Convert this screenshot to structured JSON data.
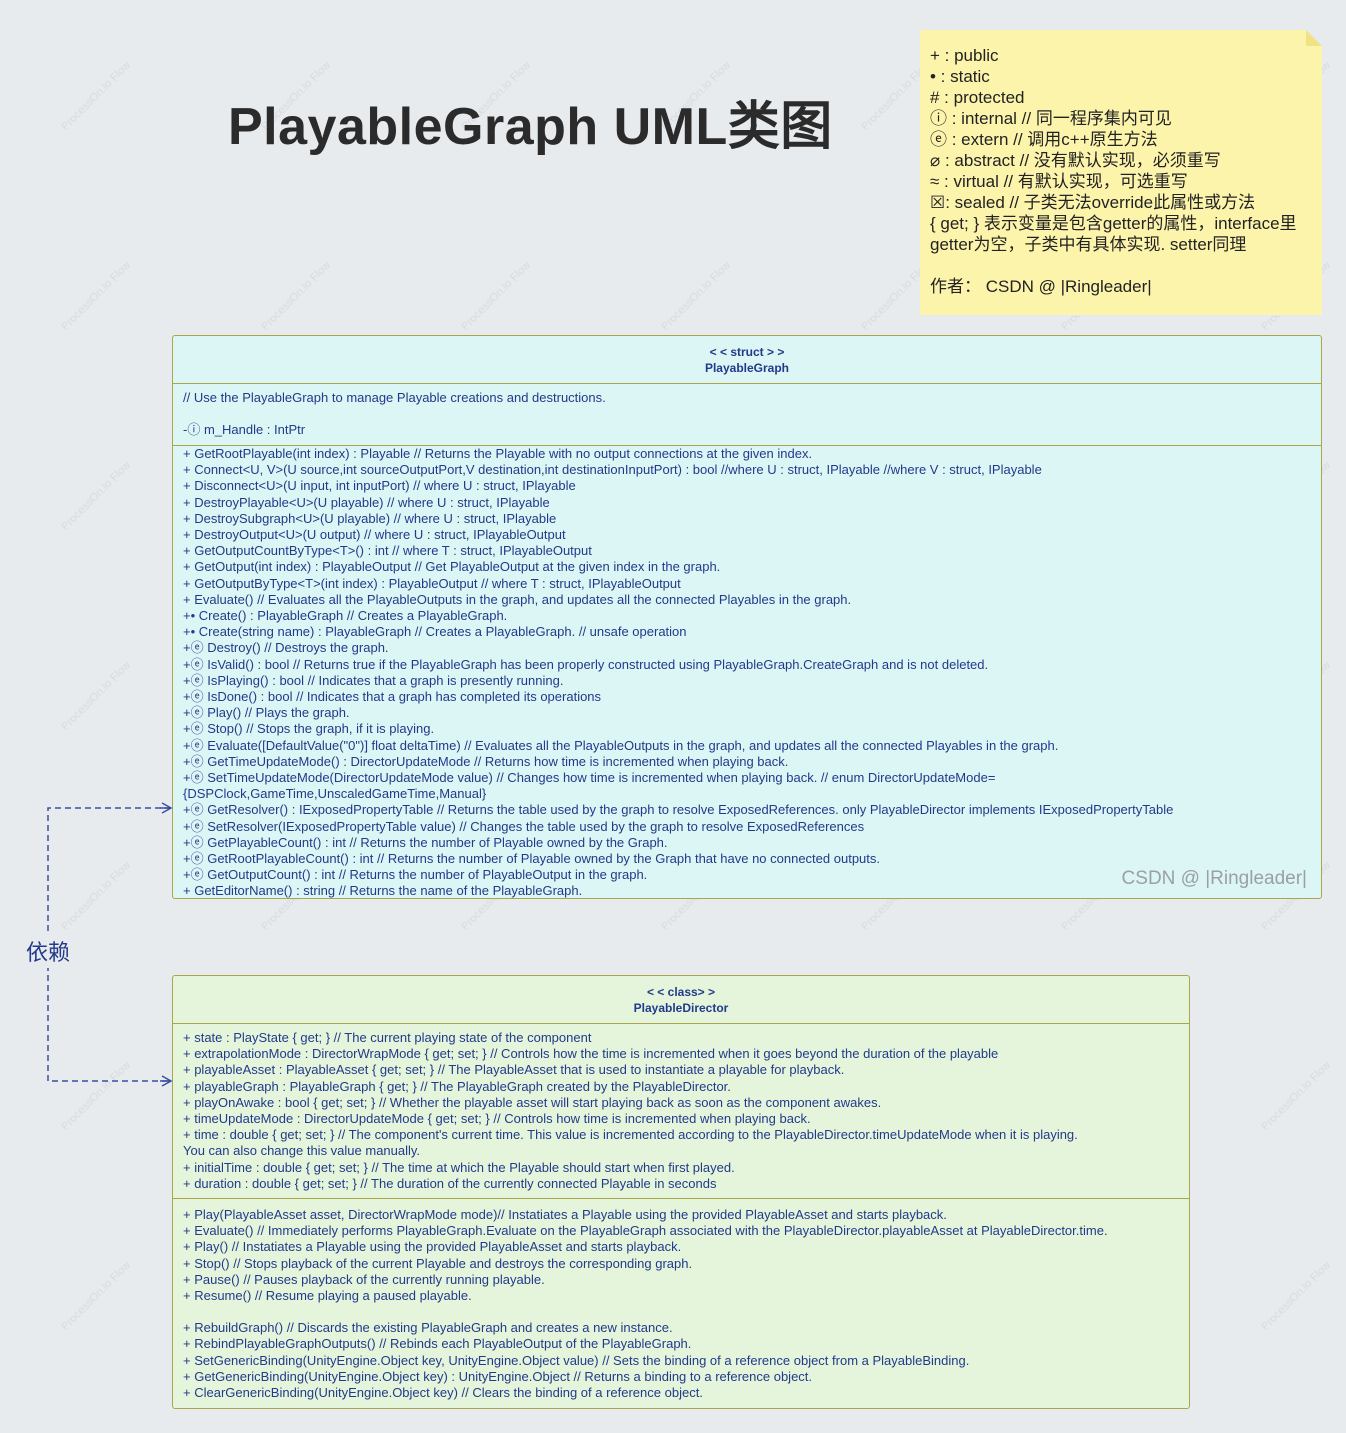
{
  "title": "PlayableGraph UML类图",
  "watermark": "ProcessOn.io Flow",
  "legend_note": {
    "lines": [
      "+ : public",
      "•  : static",
      "# : protected",
      "ⓘ :  internal // 同一程序集内可见",
      "ⓔ : extern // 调用c++原生方法",
      "⌀ : abstract  // 没有默认实现，必须重写",
      "≈ : virtual     // 有默认实现，可选重写",
      "☒: sealed     // 子类无法override此属性或方法",
      "{ get; } 表示变量是包含getter的属性，interface里",
      "getter为空，子类中有具体实现. setter同理"
    ],
    "author": "作者：  CSDN @ |Ringleader|"
  },
  "playable_graph": {
    "stereotype": "< < struct > >",
    "name": "PlayableGraph",
    "description": "// Use the PlayableGraph to manage Playable creations and destructions.",
    "attributes": [
      "-ⓘ m_Handle : IntPtr"
    ],
    "operations": [
      "+ GetRootPlayable(int index) : Playable // Returns the Playable with no output connections at the given index.",
      "+ Connect<U, V>(U source,int sourceOutputPort,V destination,int destinationInputPort) : bool //where U : struct, IPlayable  //where V : struct, IPlayable",
      "+ Disconnect<U>(U input, int inputPort) // where U : struct, IPlayable",
      "+ DestroyPlayable<U>(U playable) // where U : struct, IPlayable",
      "+ DestroySubgraph<U>(U playable) // where U : struct, IPlayable",
      "+ DestroyOutput<U>(U output) // where U : struct, IPlayableOutput",
      "+ GetOutputCountByType<T>() : int // where T : struct, IPlayableOutput",
      "+ GetOutput(int index) : PlayableOutput // Get PlayableOutput at the given index in the graph.",
      "+ GetOutputByType<T>(int index) : PlayableOutput // where T : struct, IPlayableOutput",
      "+ Evaluate() // Evaluates all the PlayableOutputs in the graph, and updates all the connected Playables in the graph.",
      "+• Create() : PlayableGraph // Creates a PlayableGraph.",
      "+• Create(string name) : PlayableGraph // Creates a PlayableGraph.  // unsafe operation",
      "+ⓔ Destroy() // Destroys the graph.",
      "+ⓔ IsValid() : bool // Returns true if the PlayableGraph has been properly constructed using PlayableGraph.CreateGraph and is not deleted.",
      "+ⓔ IsPlaying() : bool // Indicates that a graph is presently running.",
      "+ⓔ IsDone() : bool // Indicates that a graph has completed its operations",
      "+ⓔ Play() // Plays the graph.",
      "+ⓔ Stop() // Stops the graph, if it is playing.",
      "+ⓔ Evaluate([DefaultValue(\"0\")] float deltaTime) // Evaluates all the PlayableOutputs in the graph, and updates all the connected Playables in the graph.",
      "+ⓔ GetTimeUpdateMode() : DirectorUpdateMode // Returns how time is incremented when playing back.",
      "+ⓔ SetTimeUpdateMode(DirectorUpdateMode value) // Changes how time is incremented when playing back. // enum DirectorUpdateMode=",
      "{DSPClock,GameTime,UnscaledGameTime,Manual}",
      "+ⓔ GetResolver() : IExposedPropertyTable // Returns the table used by the graph to resolve ExposedReferences. only PlayableDirector implements IExposedPropertyTable",
      "+ⓔ SetResolver(IExposedPropertyTable value) // Changes the table used by the graph to resolve ExposedReferences",
      "+ⓔ GetPlayableCount() : int // Returns the number of Playable owned by the Graph.",
      "+ⓔ GetRootPlayableCount() : int // Returns the number of Playable owned by the Graph that have no connected outputs.",
      "+ⓔ GetOutputCount() : int // Returns the number of PlayableOutput in the graph.",
      "+ GetEditorName() : string  // Returns the name of the PlayableGraph."
    ],
    "watermark_text": "CSDN @ |Ringleader|"
  },
  "playable_director": {
    "stereotype": "< < class> >",
    "name": "PlayableDirector",
    "attributes": [
      "+ state : PlayState { get; } // The current playing state of the component",
      "+ extrapolationMode : DirectorWrapMode { get; set; } // Controls how the time is incremented when it goes beyond the duration of the playable",
      "+ playableAsset : PlayableAsset { get; set; } // The PlayableAsset that is used to instantiate a playable for playback.",
      "+ playableGraph : PlayableGraph { get; } // The PlayableGraph created by the PlayableDirector.",
      "+ playOnAwake : bool  { get; set; } // Whether the playable asset will start playing back as soon as the component awakes.",
      "+ timeUpdateMode : DirectorUpdateMode { get; set; } // Controls how time is incremented when playing back.",
      "+ time : double { get; set; } // The component's current time. This value is incremented according to the PlayableDirector.timeUpdateMode when it is playing.",
      "You can also change this value manually.",
      "+ initialTime : double { get; set; } // The time at which the Playable should start when first played.",
      "+ duration : double { get; set; } // The duration of the currently connected Playable in seconds"
    ],
    "operations_group1": [
      "+ Play(PlayableAsset asset, DirectorWrapMode mode)// Instatiates a Playable using the provided PlayableAsset and starts playback.",
      "+ Evaluate() // Immediately performs PlayableGraph.Evaluate on the PlayableGraph associated with the PlayableDirector.playableAsset at PlayableDirector.time.",
      "+ Play() // Instatiates a Playable using the provided PlayableAsset and starts playback.",
      "+ Stop() // Stops playback of the current Playable and destroys the corresponding graph.",
      "+ Pause() // Pauses playback of the currently running playable.",
      "+ Resume() // Resume playing a paused playable."
    ],
    "operations_group2": [
      "+ RebuildGraph() // Discards the existing PlayableGraph and creates a new instance.",
      "+ RebindPlayableGraphOutputs() // Rebinds each PlayableOutput of the PlayableGraph.",
      "+ SetGenericBinding(UnityEngine.Object key, UnityEngine.Object value) // Sets the binding of a reference object from a PlayableBinding.",
      "+ GetGenericBinding(UnityEngine.Object key) : UnityEngine.Object // Returns a binding to a reference object.",
      "+ ClearGenericBinding(UnityEngine.Object key) // Clears the binding of a reference object."
    ]
  },
  "dependency": {
    "label": "依赖",
    "color": "#3a4fa0"
  }
}
